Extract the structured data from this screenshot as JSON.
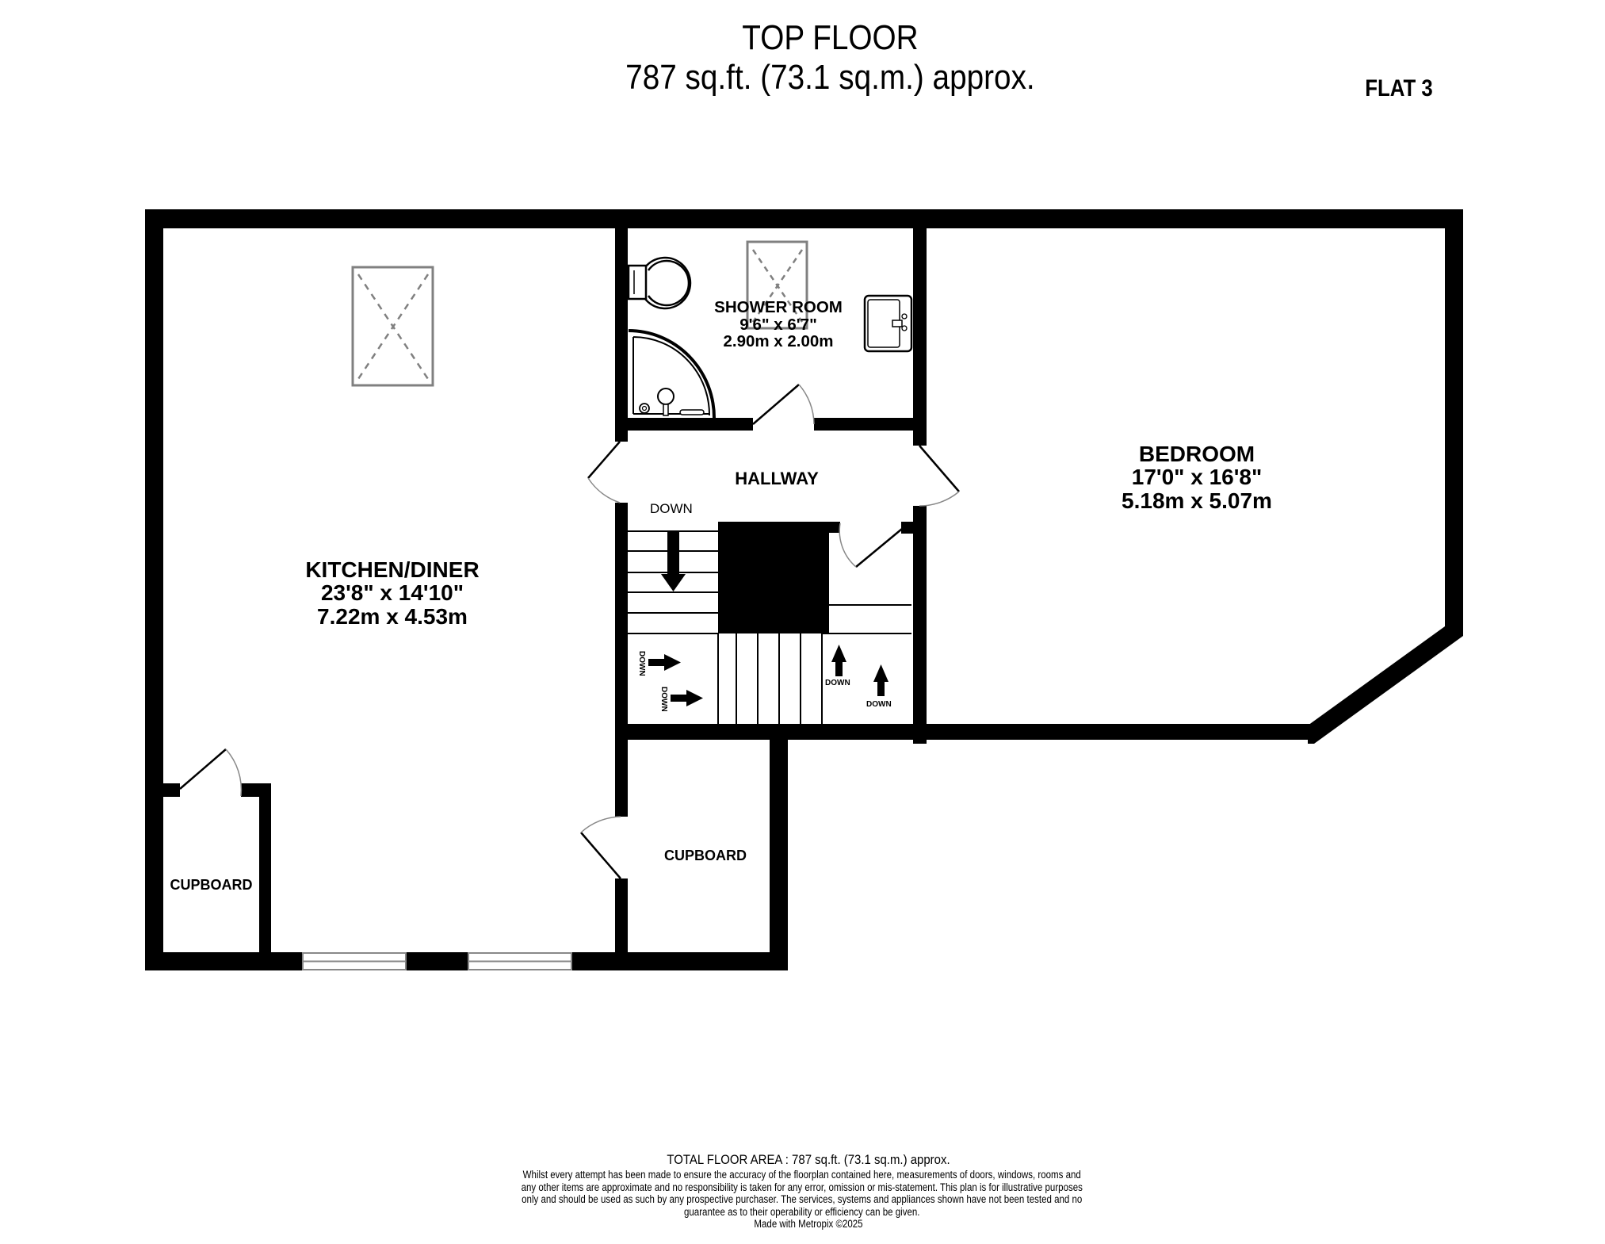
{
  "header": {
    "floor_title": "TOP FLOOR",
    "floor_area": "787 sq.ft. (73.1 sq.m.) approx.",
    "unit_label": "FLAT 3"
  },
  "rooms": {
    "kitchen": {
      "name": "KITCHEN/DINER",
      "imperial": "23'8\"  x 14'10\"",
      "metric": "7.22m  x 4.53m"
    },
    "shower_room": {
      "name": "SHOWER ROOM",
      "imperial": "9'6\"  x 6'7\"",
      "metric": "2.90m  x 2.00m"
    },
    "bedroom": {
      "name": "BEDROOM",
      "imperial": "17'0\"  x 16'8\"",
      "metric": "5.18m  x 5.07m"
    },
    "hallway": {
      "name": "HALLWAY"
    },
    "cupboard_left": {
      "name": "CUPBOARD"
    },
    "cupboard_middle": {
      "name": "CUPBOARD"
    }
  },
  "stairs": {
    "main_label": "DOWN",
    "arrow_labels": [
      "DOWN",
      "DOWN",
      "DOWN",
      "DOWN"
    ]
  },
  "icons": {
    "skylights": [
      "skylight-icon",
      "skylight-icon"
    ],
    "fixtures": [
      "toilet-icon",
      "shower-tray-icon",
      "sink-icon"
    ],
    "stair_arrows": [
      "arrow-down-icon",
      "arrow-right-icon",
      "arrow-right-icon",
      "arrow-up-icon",
      "arrow-up-icon"
    ]
  },
  "colors": {
    "wall": "#000000",
    "background": "#ffffff",
    "skylight": "#808080",
    "door_arc": "#888888"
  },
  "footer": {
    "total": "TOTAL FLOOR AREA : 787 sq.ft. (73.1 sq.m.) approx.",
    "disclaimer": "Whilst every attempt has been made to ensure the accuracy of the floorplan contained here, measurements of doors, windows, rooms and any other items are approximate and no responsibility is taken for any error, omission or mis-statement. This plan is for illustrative purposes only and should be used as such by any prospective purchaser. The services, systems and appliances shown have not been tested and no guarantee as to their operability or efficiency can be given.",
    "made_with": "Made with Metropix ©2025"
  }
}
